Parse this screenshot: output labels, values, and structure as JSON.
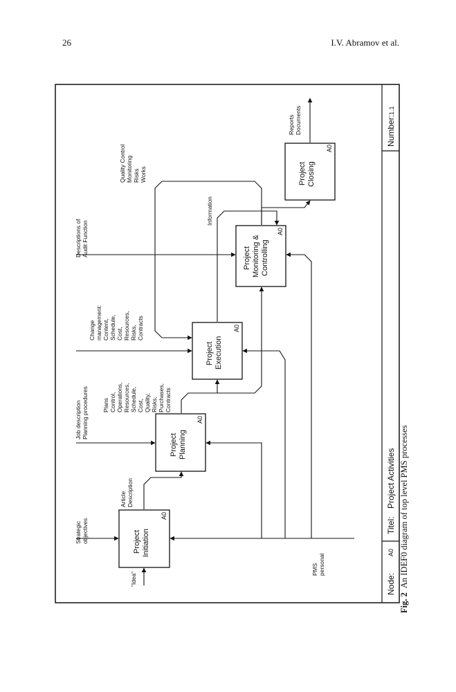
{
  "header": {
    "page_number": "26",
    "authors": "I.V. Abramov et al."
  },
  "caption": {
    "label": "Fig. 2",
    "text": "An IDEF0 diagram of top level PMS processes"
  },
  "footer": {
    "node_label": "Node:",
    "node_value": "A0",
    "title_label": "Titel:",
    "title_value": "Project Activities",
    "number_label": "Number:",
    "number_value": "1.1"
  },
  "boxes": [
    {
      "id": "initiation",
      "lines": [
        "Project",
        "Initiation"
      ],
      "code": "A0"
    },
    {
      "id": "planning",
      "lines": [
        "Project",
        "Planning"
      ],
      "code": "A0"
    },
    {
      "id": "execution",
      "lines": [
        "Project",
        "Execution"
      ],
      "code": "A0"
    },
    {
      "id": "monitoring",
      "lines": [
        "Project",
        "Monitoring &",
        "Controlling"
      ],
      "code": "A0"
    },
    {
      "id": "closing",
      "lines": [
        "Project",
        "Closing"
      ],
      "code": "A0"
    }
  ],
  "arrow_labels": {
    "idea": "\"Idea\"",
    "pms_personal": [
      "PMS",
      "personal"
    ],
    "strategic_objectives": [
      "Strategic",
      "objectives"
    ],
    "article_description": [
      "Article",
      "Description"
    ],
    "job_description": [
      "Job description",
      "Planning procedures"
    ],
    "plans": [
      "Plans",
      "Control,",
      "Operations,",
      "Resources,",
      "Schedule,",
      "Cost,",
      "Quality,",
      "Risks,",
      "Purchases,",
      "Contracts"
    ],
    "change_management": [
      "Change",
      "management:",
      "Content,",
      "Schedule,",
      "Cost,",
      "Resources,",
      "Risks,",
      "Contracts"
    ],
    "audit_function": [
      "Descriptions of",
      "Audit Function"
    ],
    "information": "Information",
    "quality_control": [
      "Quality Control",
      "Monitoring",
      "Risks",
      "Works"
    ],
    "reports": [
      "Reports",
      "Documents"
    ]
  }
}
